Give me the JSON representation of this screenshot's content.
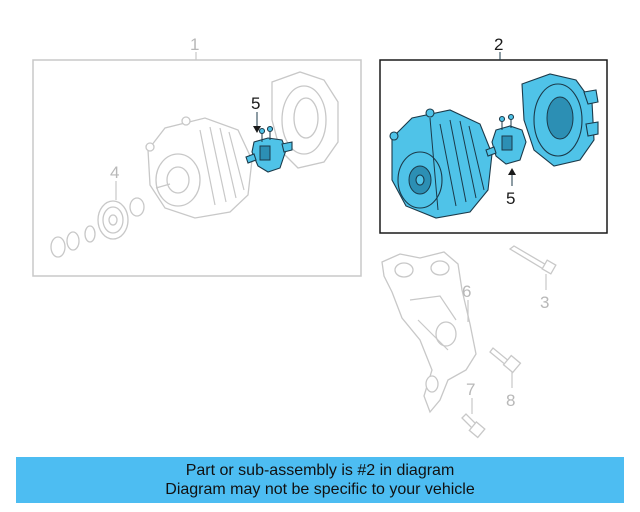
{
  "callouts": {
    "c1": "1",
    "c2": "2",
    "c3": "3",
    "c4": "4",
    "c5a": "5",
    "c5b": "5",
    "c6": "6",
    "c7": "7",
    "c8": "8"
  },
  "colors": {
    "highlight": "#4fc3e8",
    "banner": "#4dbdf2",
    "ghost": "#c8c8c8"
  },
  "banner": {
    "line1": "Part or sub-assembly is #2 in diagram",
    "line2": "Diagram may not be specific to your vehicle"
  }
}
